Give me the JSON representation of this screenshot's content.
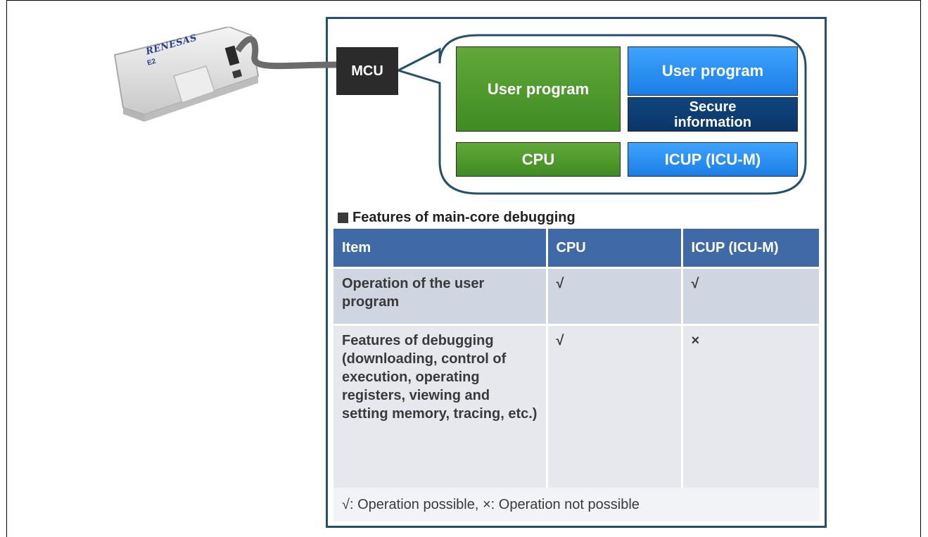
{
  "device": {
    "brand": "RENESAS",
    "model": "E2"
  },
  "mcu": {
    "label": "MCU"
  },
  "blocks": {
    "user_program_cpu": "User program",
    "user_program_icu": "User program",
    "secure_information": "Secure information",
    "cpu": "CPU",
    "icup": "ICUP (ICU-M)"
  },
  "features": {
    "title": "Features of main-core debugging",
    "headers": [
      "Item",
      "CPU",
      "ICUP (ICU-M)"
    ],
    "rows": [
      {
        "item": "Operation of the user program",
        "cpu": "√",
        "icup": "√"
      },
      {
        "item": "Features of debugging (downloading, control of execution, operating registers, viewing and setting memory, tracing, etc.)",
        "cpu": "√",
        "icup": "×"
      }
    ],
    "note": "√: Operation possible, ×: Operation not possible"
  },
  "colors": {
    "green": "#4c9a2e",
    "blue": "#2a8cf2",
    "navy": "#0d3d73",
    "table_header": "#3f6aa6",
    "panel_border": "#24506c"
  }
}
